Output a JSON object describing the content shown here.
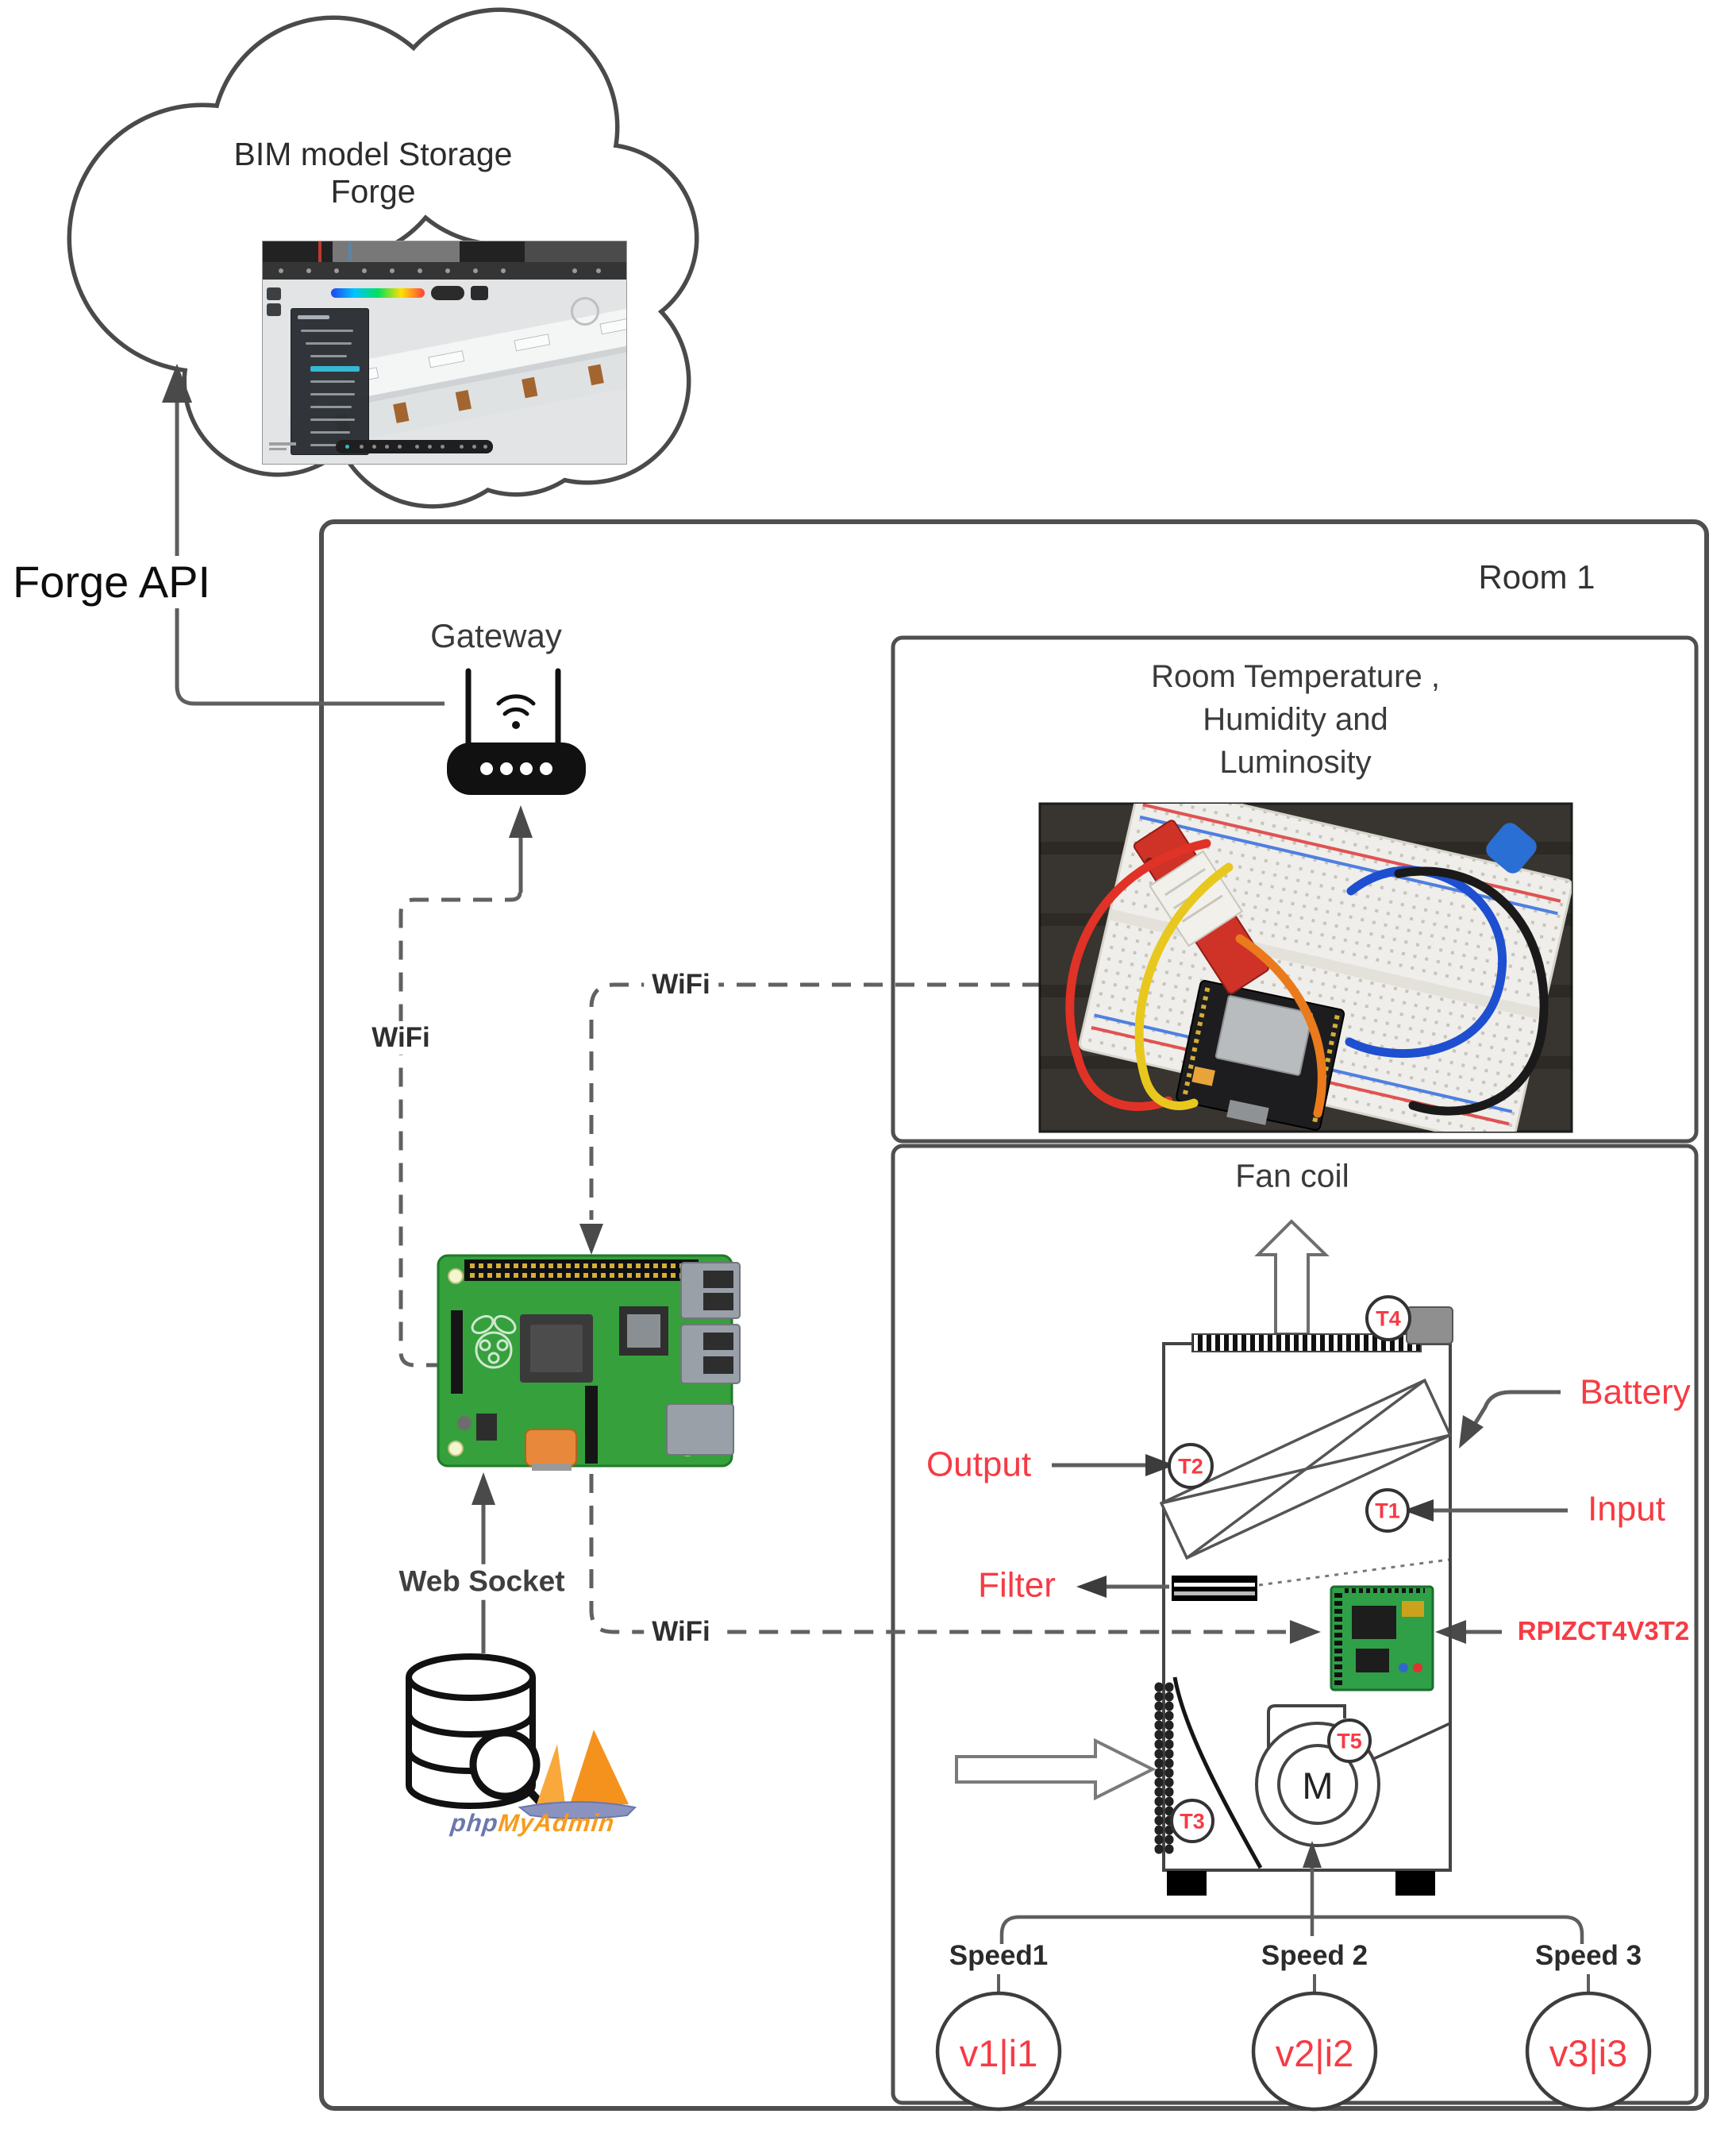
{
  "cloud": {
    "title_line1": "BIM model Storage",
    "title_line2": "Forge"
  },
  "labels": {
    "forge_api": "Forge API"
  },
  "room": {
    "label": "Room 1"
  },
  "gateway": {
    "label": "Gateway"
  },
  "wifi": {
    "gateway_link": "WiFi",
    "sensor_link": "WiFi",
    "board_link": "WiFi"
  },
  "websocket": {
    "label": "Web Socket"
  },
  "phpmyadmin": {
    "php": "php",
    "myadmin": "MyAdmin"
  },
  "sensor_box": {
    "title_line1": "Room Temperature ,",
    "title_line2": "Humidity and",
    "title_line3": "Luminosity"
  },
  "fan_coil": {
    "title": "Fan coil",
    "battery_label": "Battery",
    "output_label": "Output",
    "input_label": "Input",
    "filter_label": "Filter",
    "board_label": "RPIZCT4V3T2",
    "motor_label": "M",
    "t1": "T1",
    "t2": "T2",
    "t3": "T3",
    "t4": "T4",
    "t5": "T5",
    "speeds": [
      {
        "label": "Speed1",
        "value": "v1|i1"
      },
      {
        "label": "Speed 2",
        "value": "v2|i2"
      },
      {
        "label": "Speed 3",
        "value": "v3|i3"
      }
    ]
  },
  "colors": {
    "red_accent": "#f63b44",
    "line_gray": "#666666",
    "box_border": "#4f4f4f",
    "pcb_green": "#2fa047",
    "router_black": "#111111"
  }
}
